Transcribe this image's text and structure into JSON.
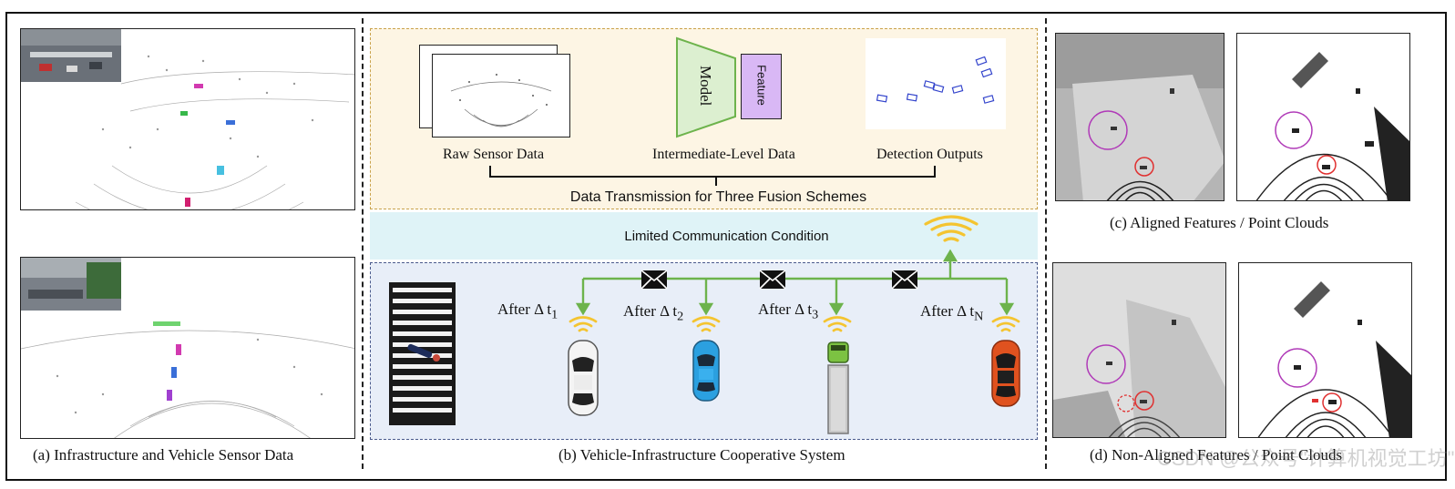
{
  "captions": {
    "a": "(a) Infrastructure and Vehicle Sensor Data",
    "b": "(b) Vehicle-Infrastructure Cooperative System",
    "c": "(c) Aligned Features / Point Clouds",
    "d": "(d) Non-Aligned Features / Point Clouds"
  },
  "fusion": {
    "raw_label": "Raw Sensor Data",
    "intermediate_label": "Intermediate-Level Data",
    "detection_label": "Detection Outputs",
    "model_label": "Model",
    "feature_label": "Feature",
    "title": "Data Transmission for Three Fusion Schemes"
  },
  "comm": {
    "label": "Limited Communication Condition"
  },
  "vehicles": [
    {
      "prefix": "After Δ t",
      "sub": "1"
    },
    {
      "prefix": "After Δ t",
      "sub": "2"
    },
    {
      "prefix": "After Δ t",
      "sub": "3"
    },
    {
      "prefix": "After Δ t",
      "sub": "N"
    }
  ],
  "watermark": "CSDN @公众号\"计算机视觉工坊\"",
  "colors": {
    "fusion_bg": "#fdf5e4",
    "fusion_border": "#c9a24a",
    "comm_bg": "#dff3f7",
    "system_bg": "#e8eef8",
    "system_border": "#4a5a8c",
    "link_green": "#6db34c",
    "signal_yellow": "#f4c430",
    "feature_purple": "#d9b8f5",
    "circle_magenta": "#b03ab8",
    "circle_red": "#e03030"
  }
}
